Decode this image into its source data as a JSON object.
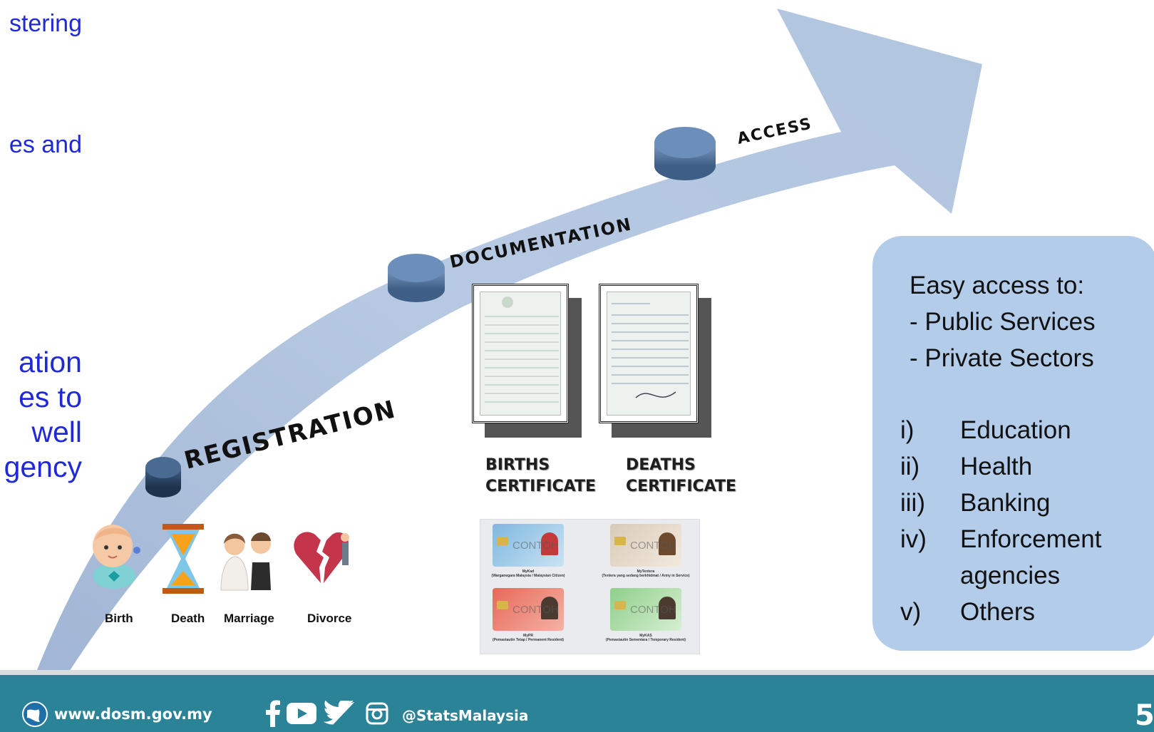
{
  "left_fragments": [
    "stering",
    "es  and",
    "ation",
    "es to",
    "well",
    "gency"
  ],
  "stages": {
    "registration": "REGISTRATION",
    "documentation": "DOCUMENTATION",
    "access": "ACCESS"
  },
  "events": [
    {
      "label": "Birth",
      "icon": "baby-icon"
    },
    {
      "label": "Death",
      "icon": "hourglass-icon"
    },
    {
      "label": "Marriage",
      "icon": "wedding-couple-icon"
    },
    {
      "label": "Divorce",
      "icon": "broken-heart-icon"
    }
  ],
  "certificates": {
    "births": [
      "BIRTHS",
      "CERTIFICATE"
    ],
    "deaths": [
      "DEATHS",
      "CERTIFICATE"
    ]
  },
  "id_cards": {
    "watermark": "CONTOH",
    "captions": [
      [
        "MyKad",
        "(Warganegara Malaysia / Malaysian Citizen)"
      ],
      [
        "MyTentera",
        "(Tentera yang sedang berkhidmat / Army in Service)"
      ],
      [
        "MyPR",
        "(Pemastautin Tetap / Permanent Resident)"
      ],
      [
        "MyKAS",
        "(Pemastautin Sementara / Temporary Resident)"
      ]
    ]
  },
  "access_box": {
    "heading": "Easy access to:",
    "bullets": [
      "- Public Services",
      "- Private Sectors"
    ],
    "list": [
      {
        "num": "i)",
        "text": "Education"
      },
      {
        "num": "ii)",
        "text": "Health"
      },
      {
        "num": "iii)",
        "text": "Banking"
      },
      {
        "num": "iv)",
        "text": "Enforcement"
      },
      {
        "num": "",
        "text": "agencies"
      },
      {
        "num": "v)",
        "text": "Others"
      }
    ]
  },
  "footer": {
    "website": "www.dosm.gov.my",
    "handle": "@StatsMalaysia",
    "page_digit": "5"
  },
  "colors": {
    "arrow": "#b3c6e0",
    "button_top": "#6b8fba",
    "footer": "#2b8397",
    "left_text": "#1f2ad6",
    "box": "#b3cce9"
  }
}
